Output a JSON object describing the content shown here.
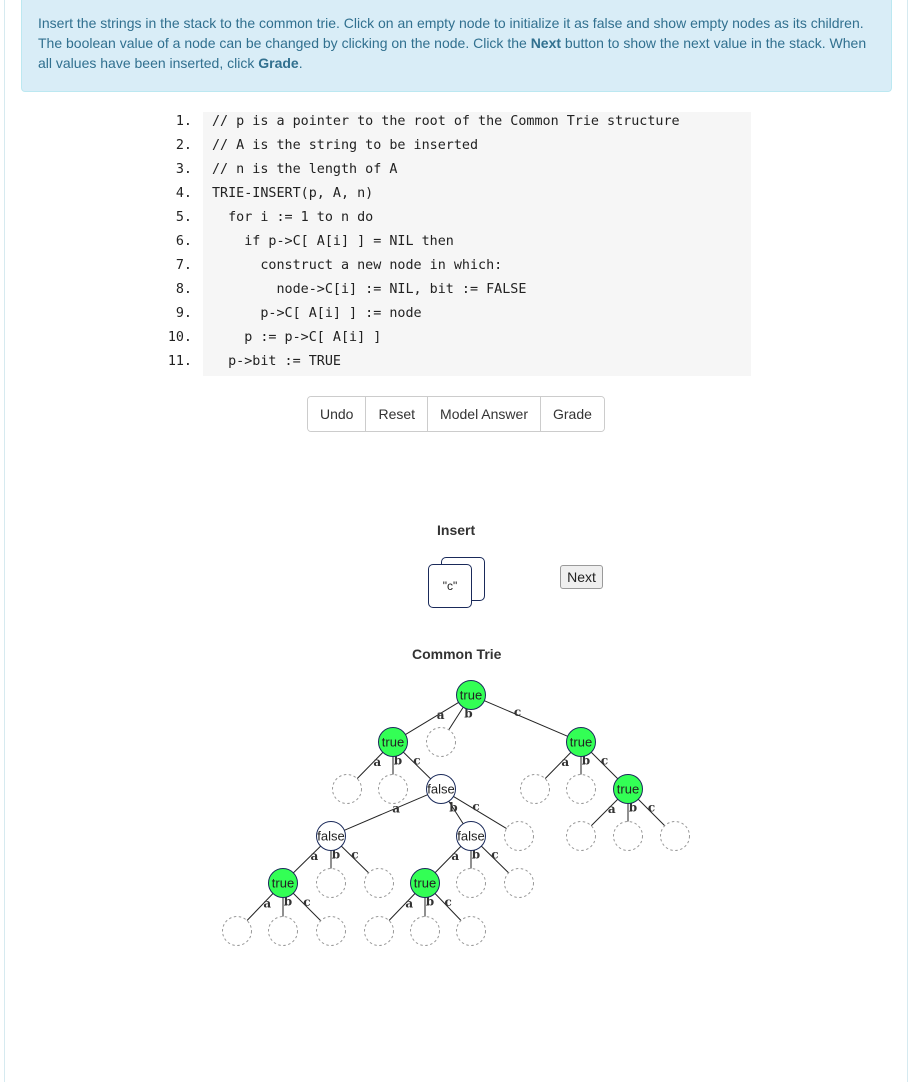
{
  "instructions": {
    "part1": "Insert the strings in the stack to the common trie. Click on an empty node to initialize it as false and show empty nodes as its children. The boolean value of a node can be changed by clicking on the node. Click the ",
    "next_word": "Next",
    "part2": " button to show the next value in the stack. When all values have been inserted, click ",
    "grade_word": "Grade",
    "part3": "."
  },
  "code": [
    {
      "num": "1.",
      "text": "// p is a pointer to the root of the Common Trie structure"
    },
    {
      "num": "2.",
      "text": "// A is the string to be inserted"
    },
    {
      "num": "3.",
      "text": "// n is the length of A"
    },
    {
      "num": "4.",
      "text": "TRIE-INSERT(p, A, n)"
    },
    {
      "num": "5.",
      "text": "  for i := 1 to n do"
    },
    {
      "num": "6.",
      "text": "    if p->C[ A[i] ] = NIL then"
    },
    {
      "num": "7.",
      "text": "      construct a new node in which:"
    },
    {
      "num": "8.",
      "text": "        node->C[i] := NIL, bit := FALSE"
    },
    {
      "num": "9.",
      "text": "      p->C[ A[i] ] := node"
    },
    {
      "num": "10.",
      "text": "    p := p->C[ A[i] ]"
    },
    {
      "num": "11.",
      "text": "  p->bit := TRUE"
    }
  ],
  "buttons": {
    "undo": "Undo",
    "reset": "Reset",
    "model_answer": "Model Answer",
    "grade": "Grade"
  },
  "insert_label": "Insert",
  "stack_top": "\"c\"",
  "next_label": "Next",
  "trie_label": "Common Trie",
  "colors": {
    "true_fill": "#33ff55",
    "false_fill": "#ffffff",
    "node_stroke": "#1a2a5a",
    "empty_stroke": "#999999"
  },
  "trie": {
    "nodes": [
      {
        "id": "r",
        "label": "true"
      },
      {
        "id": "a",
        "label": "true"
      },
      {
        "id": "b",
        "label": ""
      },
      {
        "id": "c",
        "label": "true"
      },
      {
        "id": "aa",
        "label": ""
      },
      {
        "id": "ab",
        "label": ""
      },
      {
        "id": "ac",
        "label": "false"
      },
      {
        "id": "aca",
        "label": "false"
      },
      {
        "id": "acb",
        "label": "false"
      },
      {
        "id": "acc",
        "label": ""
      },
      {
        "id": "acaa",
        "label": "true"
      },
      {
        "id": "acab",
        "label": ""
      },
      {
        "id": "acac",
        "label": ""
      },
      {
        "id": "acaaa",
        "label": ""
      },
      {
        "id": "acaab",
        "label": ""
      },
      {
        "id": "acaac",
        "label": ""
      },
      {
        "id": "acba",
        "label": "true"
      },
      {
        "id": "acbb",
        "label": ""
      },
      {
        "id": "acbc",
        "label": ""
      },
      {
        "id": "acbaa",
        "label": ""
      },
      {
        "id": "acbab",
        "label": ""
      },
      {
        "id": "acbac",
        "label": ""
      },
      {
        "id": "ca",
        "label": ""
      },
      {
        "id": "cb",
        "label": ""
      },
      {
        "id": "cc",
        "label": "true"
      },
      {
        "id": "cca",
        "label": ""
      },
      {
        "id": "ccb",
        "label": ""
      },
      {
        "id": "ccc",
        "label": ""
      }
    ],
    "edges": [
      {
        "from": "r",
        "to": "a",
        "label": "a"
      },
      {
        "from": "r",
        "to": "b",
        "label": "b"
      },
      {
        "from": "r",
        "to": "c",
        "label": "c"
      },
      {
        "from": "a",
        "to": "aa",
        "label": "a"
      },
      {
        "from": "a",
        "to": "ab",
        "label": "b"
      },
      {
        "from": "a",
        "to": "ac",
        "label": "c"
      },
      {
        "from": "ac",
        "to": "aca",
        "label": "a"
      },
      {
        "from": "ac",
        "to": "acb",
        "label": "b"
      },
      {
        "from": "ac",
        "to": "acc",
        "label": "c"
      },
      {
        "from": "aca",
        "to": "acaa",
        "label": "a"
      },
      {
        "from": "aca",
        "to": "acab",
        "label": "b"
      },
      {
        "from": "aca",
        "to": "acac",
        "label": "c"
      },
      {
        "from": "acaa",
        "to": "acaaa",
        "label": "a"
      },
      {
        "from": "acaa",
        "to": "acaab",
        "label": "b"
      },
      {
        "from": "acaa",
        "to": "acaac",
        "label": "c"
      },
      {
        "from": "acb",
        "to": "acba",
        "label": "a"
      },
      {
        "from": "acb",
        "to": "acbb",
        "label": "b"
      },
      {
        "from": "acb",
        "to": "acbc",
        "label": "c"
      },
      {
        "from": "acba",
        "to": "acbaa",
        "label": "a"
      },
      {
        "from": "acba",
        "to": "acbab",
        "label": "b"
      },
      {
        "from": "acba",
        "to": "acbac",
        "label": "c"
      },
      {
        "from": "c",
        "to": "ca",
        "label": "a"
      },
      {
        "from": "c",
        "to": "cb",
        "label": "b"
      },
      {
        "from": "c",
        "to": "cc",
        "label": "c"
      },
      {
        "from": "cc",
        "to": "cca",
        "label": "a"
      },
      {
        "from": "cc",
        "to": "ccb",
        "label": "b"
      },
      {
        "from": "cc",
        "to": "ccc",
        "label": "c"
      }
    ]
  }
}
